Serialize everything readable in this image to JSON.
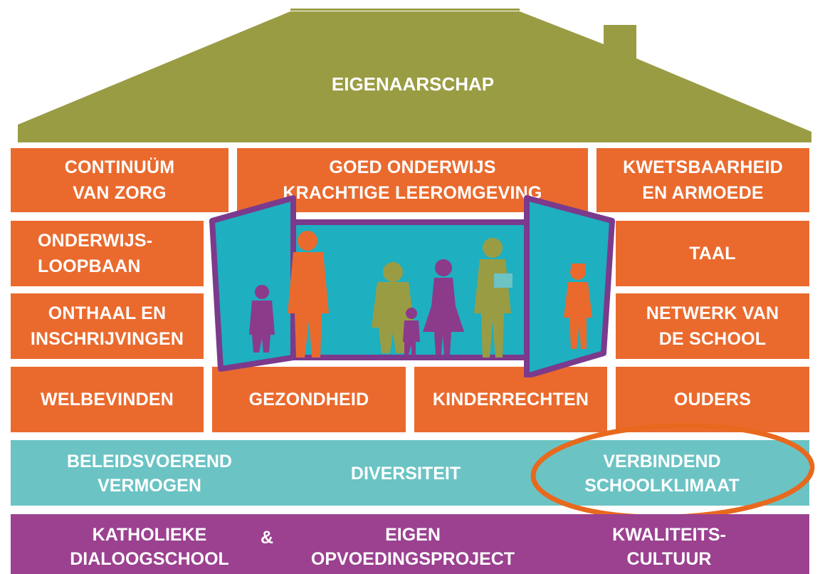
{
  "roof": {
    "title": "EIGENAARSCHAP"
  },
  "blocks": {
    "continuum": "CONTINUÜM\nVAN ZORG",
    "goed_onderwijs": "GOED ONDERWIJS\nKRACHTIGE LEEROMGEVING",
    "kwetsbaarheid": "KWETSBAARHEID\nEN ARMOEDE",
    "onderwijsloopbaan": "ONDERWIJS-\nLOOPBAAN",
    "taal": "TAAL",
    "onthaal": "ONTHAAL EN\nINSCHRIJVINGEN",
    "netwerk": "NETWERK VAN\nDE SCHOOL",
    "welbevinden": "WELBEVINDEN",
    "gezondheid": "GEZONDHEID",
    "kinderrechten": "KINDERRECHTEN",
    "ouders": "OUDERS"
  },
  "foundation": {
    "beleidsvoerend": "BELEIDSVOEREND\nVERMOGEN",
    "diversiteit": "DIVERSITEIT",
    "verbindend": "VERBINDEND\nSCHOOLKLIMAAT"
  },
  "base": {
    "katholieke": "KATHOLIEKE\nDIALOOGSCHOOL",
    "ampersand": "&",
    "eigen": "EIGEN\nOPVOEDINGSPROJECT",
    "kwaliteit": "KWALITEITS-\nCULTUUR"
  },
  "colors": {
    "roof": "#9a9c44",
    "orange": "#ea6a2e",
    "teal": "#6bc3c4",
    "purple": "#9b4190",
    "window_bg": "#1eafc0",
    "highlight_ring": "#e8691e"
  },
  "icons": [
    "house-roof-shape",
    "chimney-shape",
    "open-window-illustration",
    "people-silhouettes",
    "highlight-ellipse"
  ]
}
